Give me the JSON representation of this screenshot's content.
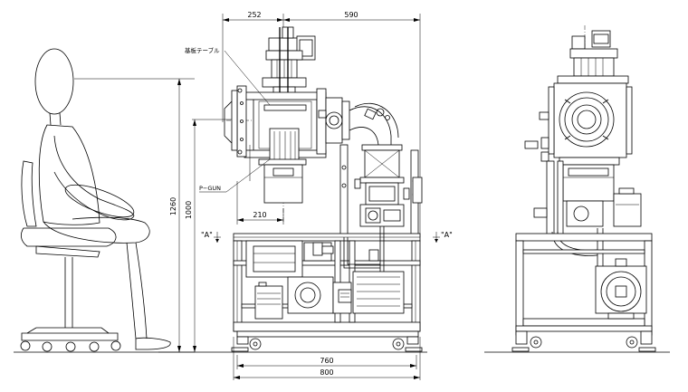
{
  "dimensions": {
    "top_left": "252",
    "top_right": "590",
    "height_total": "1260",
    "height_table": "1000",
    "offset_gun": "210",
    "width_frame": "760",
    "width_total": "800"
  },
  "labels": {
    "substrate_table": "基板テーブル",
    "p_gun": "P−GUN",
    "section_left": "\"A\"",
    "section_right": "\"A\""
  }
}
